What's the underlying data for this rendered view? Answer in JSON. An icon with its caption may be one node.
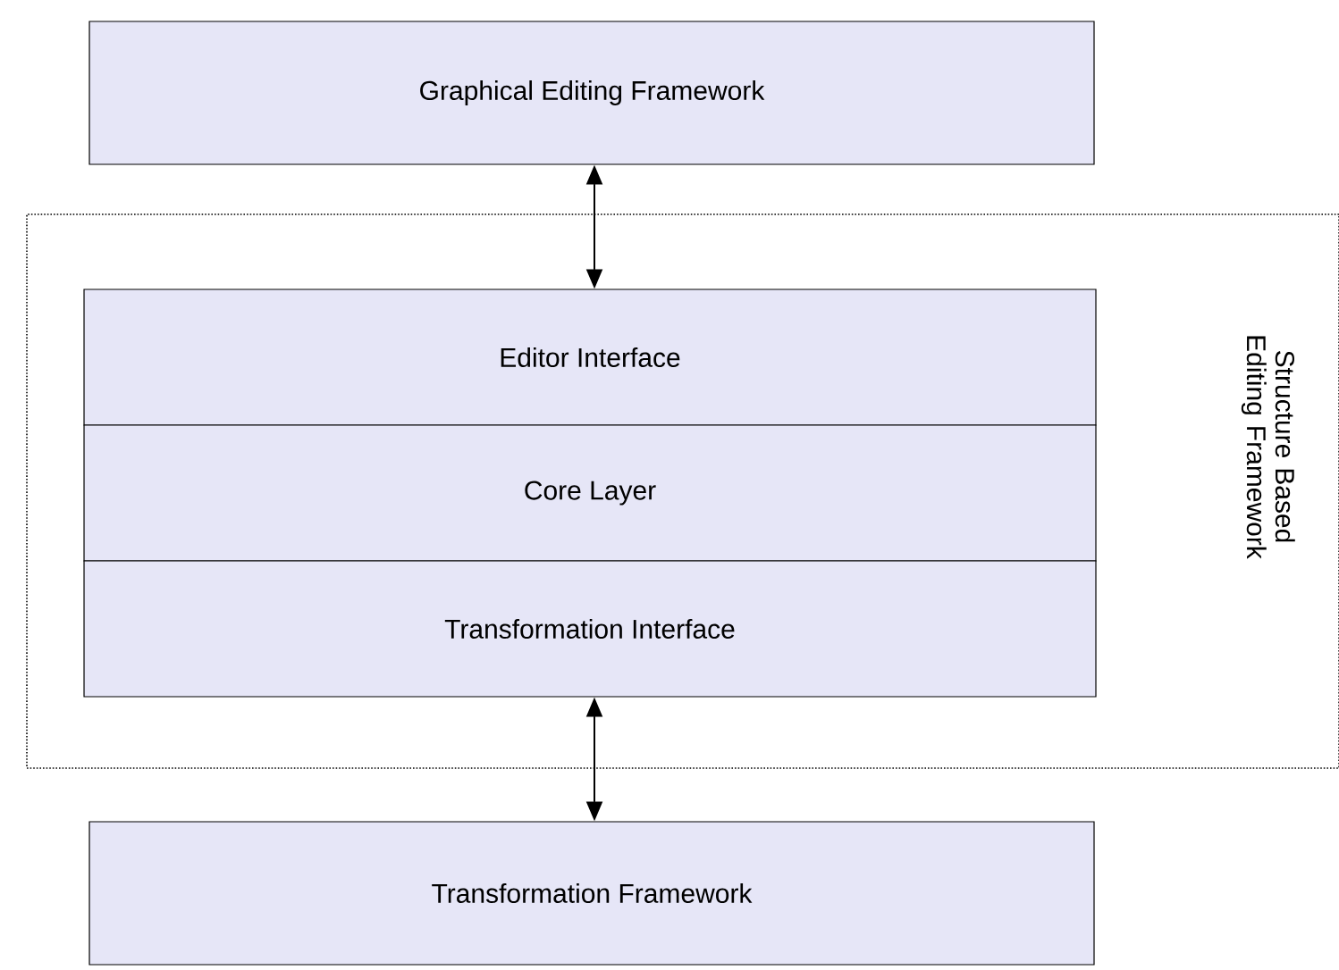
{
  "diagram": {
    "nodes": [
      {
        "text": [
          "Graphical Editing Framework"
        ]
      },
      {
        "text": [
          "Structure Based Editing Framework"
        ]
      },
      {
        "text": [
          "Editor Interface"
        ],
        "in": 1
      },
      {
        "text": [
          "Core Layer"
        ],
        "in": 1
      },
      {
        "text": [
          "Transformation Interface"
        ],
        "in": 1
      },
      {
        "text": [
          "Transformation Framework"
        ]
      }
    ],
    "edges": [
      {
        "from": 0,
        "to": 2,
        "arrow": "both"
      },
      {
        "from": 4,
        "to": 5,
        "arrow": "both"
      }
    ]
  }
}
